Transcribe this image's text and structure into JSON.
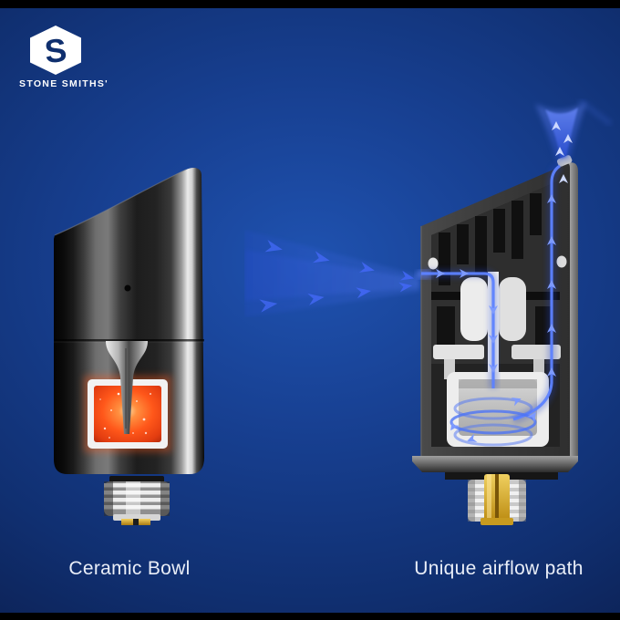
{
  "brand": {
    "name": "STONE SMITHS'",
    "logo_letter": "S",
    "logo_icon": "hexagon-s-logo"
  },
  "figures": {
    "left": {
      "caption": "Ceramic Bowl",
      "illustration": "atomizer-ceramic-bowl-cutaway"
    },
    "right": {
      "caption": "Unique airflow path",
      "illustration": "atomizer-airflow-path-cutaway"
    }
  },
  "colors": {
    "background_center": "#1f52b0",
    "background_edge": "#091636",
    "letterbox_bar": "#000000",
    "airflow_blue": "#4d74f5",
    "bowl_glow_orange": "#ff5a1e",
    "connector_gold": "#d9a92c",
    "caption_text": "#e9eef8"
  }
}
